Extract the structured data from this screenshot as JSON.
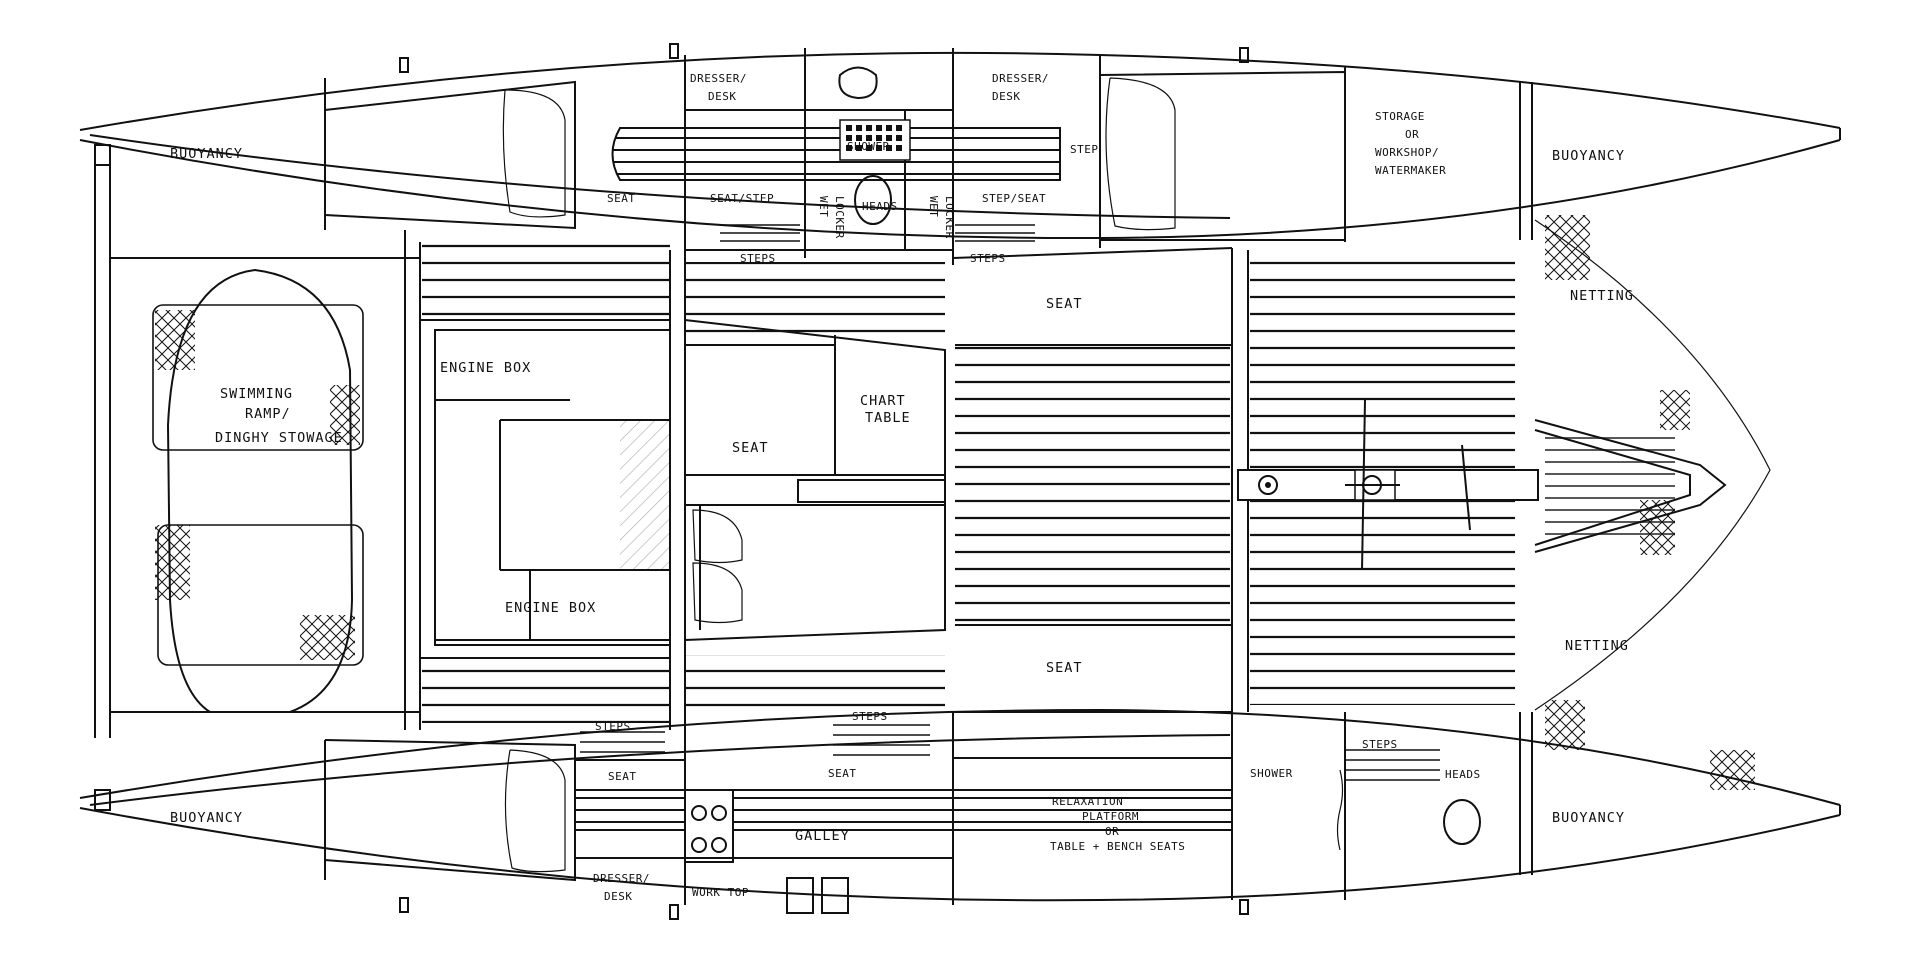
{
  "labels": {
    "buoyancy": "BUOYANCY",
    "dresser_desk": [
      "DRESSER/",
      "DESK"
    ],
    "shower": "SHOWER",
    "heads": "HEADS",
    "step": "STEP",
    "seat": "SEAT",
    "seat_step": "SEAT/STEP",
    "step_seat": "STEP/SEAT",
    "wet_locker": [
      "WET",
      "LOCKER"
    ],
    "steps": "STEPS",
    "storage": [
      "STORAGE",
      "OR",
      "WORKSHOP/",
      "WATERMAKER"
    ],
    "netting": "NETTING",
    "swimming_ramp": [
      "SWIMMING",
      "RAMP/",
      "DINGHY STOWAGE"
    ],
    "engine_box": "ENGINE BOX",
    "chart_table": [
      "CHART",
      "TABLE"
    ],
    "galley": "GALLEY",
    "work_top": "WORK TOP",
    "relaxation": [
      "RELAXATION",
      "PLATFORM",
      "OR",
      "TABLE + BENCH SEATS"
    ]
  }
}
